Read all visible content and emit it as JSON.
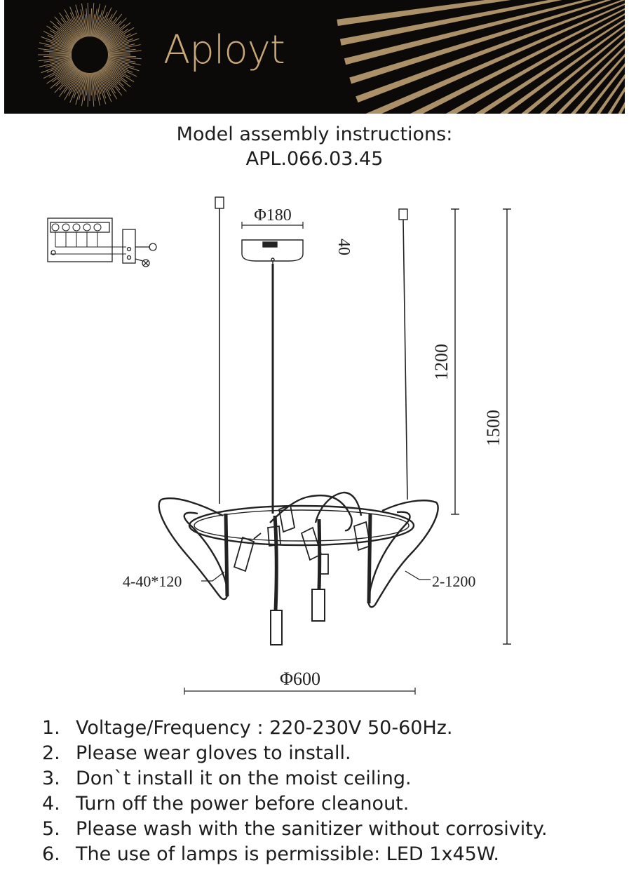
{
  "brand": {
    "name": "Aployt",
    "colors": {
      "gold": "#c9a878",
      "banner": "#0c0a09"
    }
  },
  "title": {
    "line1": "Model assembly instructions:",
    "line2": "APL.066.03.45"
  },
  "dimensions": {
    "canopy_diameter": "Φ180",
    "canopy_height": "40",
    "suspension_length": "1200",
    "total_height": "1500",
    "ring_diameter": "Φ600",
    "spot_spec": "4-40*120",
    "ring_spec": "2-1200"
  },
  "specs": [
    {
      "num": "1.",
      "text": "Voltage/Frequency : 220-230V 50-60Hz."
    },
    {
      "num": "2.",
      "text": "Please wear gloves to install."
    },
    {
      "num": "3.",
      "text": "Don`t install it on the moist ceiling."
    },
    {
      "num": "4.",
      "text": "Turn off the power before cleanout."
    },
    {
      "num": "5.",
      "text": "Please wash with the sanitizer without corrosivity."
    },
    {
      "num": "6.",
      "text": "The use of lamps is permissible: LED 1x45W."
    }
  ]
}
